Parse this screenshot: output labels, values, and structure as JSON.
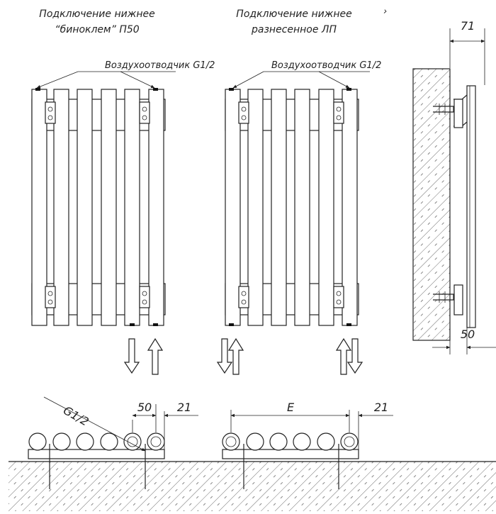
{
  "titles": {
    "left_line1": "Подключение нижнее",
    "left_line2": "“биноклем” П50",
    "right_line1": "Подключение нижнее",
    "right_line2": "разнесенное ЛП"
  },
  "labels": {
    "air_vent_left": "Воздухоотводчик G1/2",
    "air_vent_right": "Воздухоотводчик G1/2",
    "thread_g12": "G1/2"
  },
  "dimensions": {
    "depth_top": "71",
    "wall_gap": "50",
    "bin_spacing": "50",
    "bin_offset": "21",
    "e_spacing": "E",
    "e_offset": "21"
  },
  "marks": {
    "corner_mark": "›"
  },
  "colors": {
    "line": "#222222",
    "background": "#ffffff"
  }
}
